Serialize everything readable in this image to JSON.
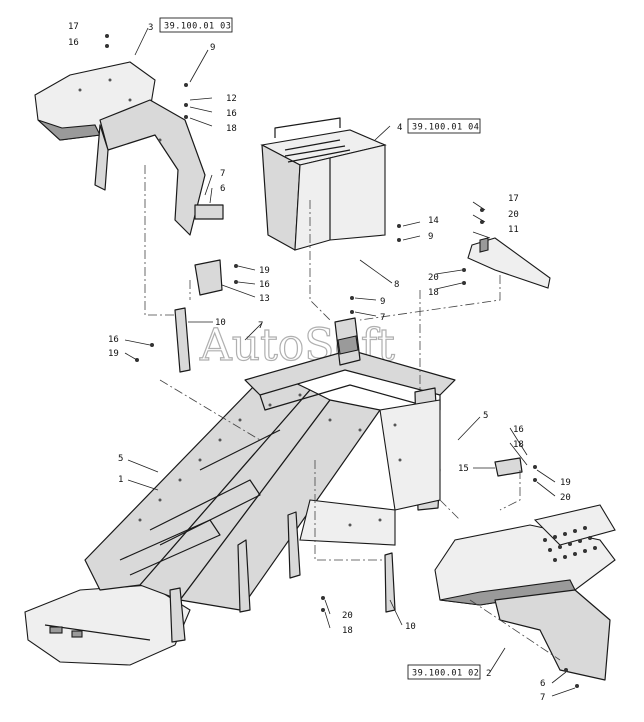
{
  "watermark": "AutoSoft",
  "reference_boxes": [
    {
      "id": "ref-top-left",
      "text": "39.100.01 03"
    },
    {
      "id": "ref-top-right",
      "text": "39.100.01 04"
    },
    {
      "id": "ref-bottom-right",
      "text": "39.100.01 02"
    }
  ],
  "callouts": {
    "c17a": "17",
    "c16a": "16",
    "c3": "3",
    "c9a": "9",
    "c12": "12",
    "c16b": "16",
    "c18a": "18",
    "c7a": "7",
    "c6a": "6",
    "c4": "4",
    "c17b": "17",
    "c20a": "20",
    "c11": "11",
    "c14": "14",
    "c9b": "9",
    "c20b": "20",
    "c18b": "18",
    "c19a": "19",
    "c16c": "16",
    "c13": "13",
    "c8": "8",
    "c9c": "9",
    "c7b": "7",
    "c10a": "10",
    "c7c": "7",
    "c16d": "16",
    "c19b": "19",
    "c5a": "5",
    "c5b": "5",
    "c1": "1",
    "c16e": "16",
    "c18c": "18",
    "c15": "15",
    "c19c": "19",
    "c20c": "20",
    "c20d": "20",
    "c18d": "18",
    "c10b": "10",
    "c2": "2",
    "c6b": "6",
    "c7d": "7"
  }
}
